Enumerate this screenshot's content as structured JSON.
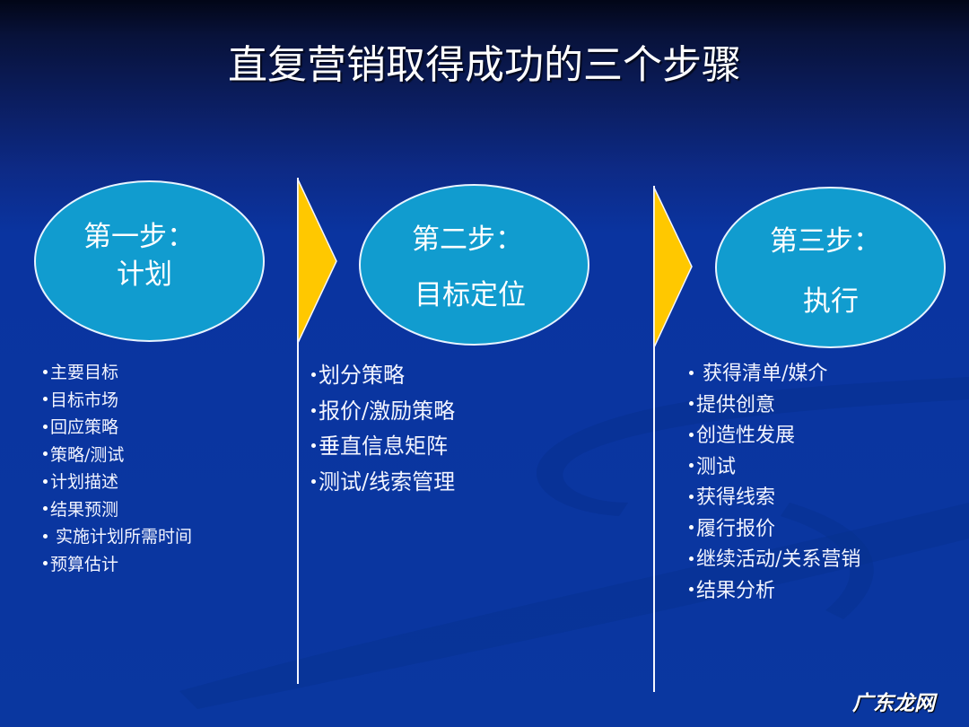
{
  "slide": {
    "title": "直复营销取得成功的三个步骤",
    "colors": {
      "background": "#0a37a0",
      "ellipse_fill": "#119ccf",
      "arrow_fill": "#ffc800",
      "text": "#ffffff"
    }
  },
  "steps": [
    {
      "heading": "第一步：",
      "subtitle": "计划",
      "bullets": [
        "主要目标",
        "目标市场",
        "回应策略",
        "策略/测试",
        "计划描述",
        "结果预测",
        " 实施计划所需时间",
        "预算估计"
      ]
    },
    {
      "heading": "第二步：",
      "subtitle": "目标定位",
      "bullets": [
        "划分策略",
        "报价/激励策略",
        "垂直信息矩阵",
        "测试/线索管理"
      ]
    },
    {
      "heading": "第三步：",
      "subtitle": "执行",
      "bullets": [
        " 获得清单/媒介",
        "提供创意",
        "创造性发展",
        "测试",
        "获得线索",
        "履行报价",
        "继续活动/关系营销",
        "结果分析"
      ]
    }
  ],
  "arrows": [
    {
      "icon": "chevron-right-arrow"
    },
    {
      "icon": "chevron-right-arrow"
    }
  ],
  "watermark": "广东龙网"
}
